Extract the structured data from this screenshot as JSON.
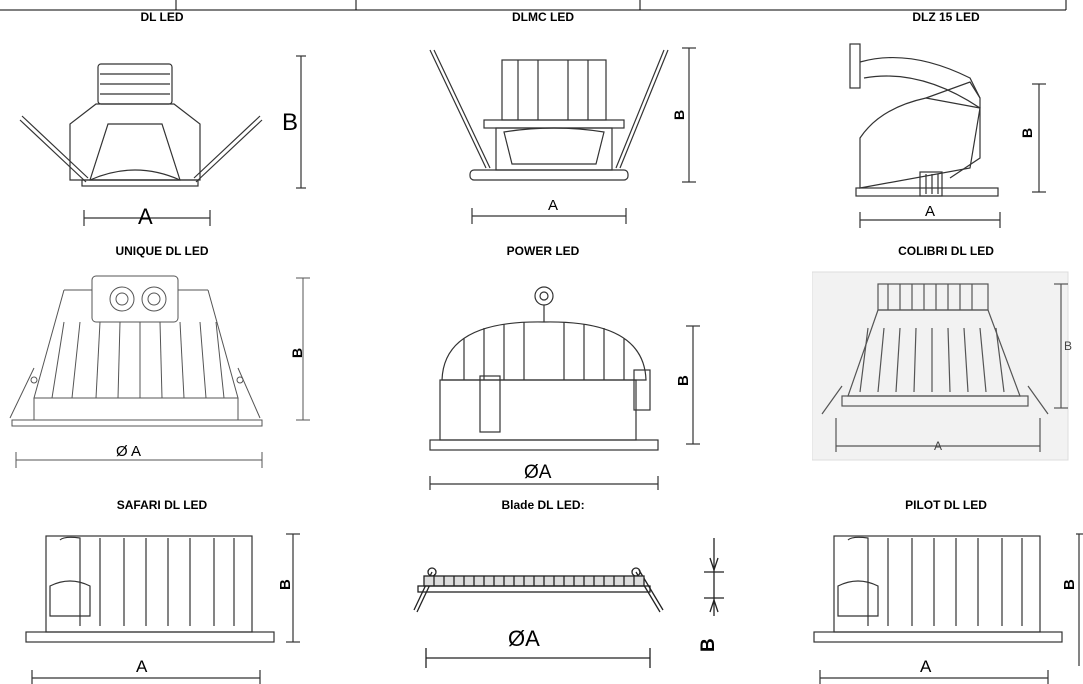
{
  "products": [
    {
      "title": "DL LED",
      "dim_a": "A",
      "dim_b": "B"
    },
    {
      "title": "DLMC LED",
      "dim_a": "A",
      "dim_b": "B"
    },
    {
      "title": "DLZ 15 LED",
      "dim_a": "A",
      "dim_b": "B"
    },
    {
      "title": "UNIQUE DL LED",
      "dim_a": "Ø A",
      "dim_b": "B"
    },
    {
      "title": "POWER LED",
      "dim_a": "ØA",
      "dim_b": "B"
    },
    {
      "title": "COLIBRI DL LED",
      "dim_a": "A",
      "dim_b": "B"
    },
    {
      "title": "SAFARI DL LED",
      "dim_a": "A",
      "dim_b": "B"
    },
    {
      "title": "Blade DL LED:",
      "dim_a": "ØA",
      "dim_b": "B"
    },
    {
      "title": "PILOT DL LED",
      "dim_a": "A",
      "dim_b": "B"
    }
  ]
}
